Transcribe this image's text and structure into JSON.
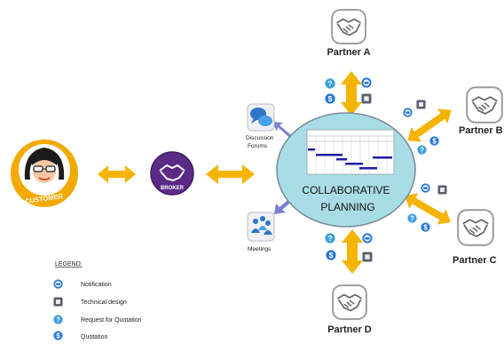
{
  "customer": {
    "label": "CUSTOMER"
  },
  "broker": {
    "label": "BROKER"
  },
  "center": {
    "line1": "COLLABORATIVE",
    "line2": "PLANNING"
  },
  "partners": {
    "a": "Partner A",
    "b": "Partner B",
    "c": "Partner C",
    "d": "Partner D"
  },
  "tools": {
    "discussion_line1": "Discussion",
    "discussion_line2": "Forums",
    "meetings": "Meetings"
  },
  "legend": {
    "title": "LEGEND:",
    "items": [
      {
        "icon": "notification-icon",
        "label": "Notification"
      },
      {
        "icon": "technical-design-icon",
        "label": "Technical design"
      },
      {
        "icon": "request-for-quotation-icon",
        "label": "Request for Quotation"
      },
      {
        "icon": "quotation-icon",
        "label": "Quotation"
      }
    ]
  },
  "colors": {
    "arrow": "#f5b400",
    "ellipse": "#a8dde6",
    "broker": "#5b2a86",
    "customer_ring": "#f2a900",
    "tool_arrow": "#7b7fd6"
  }
}
